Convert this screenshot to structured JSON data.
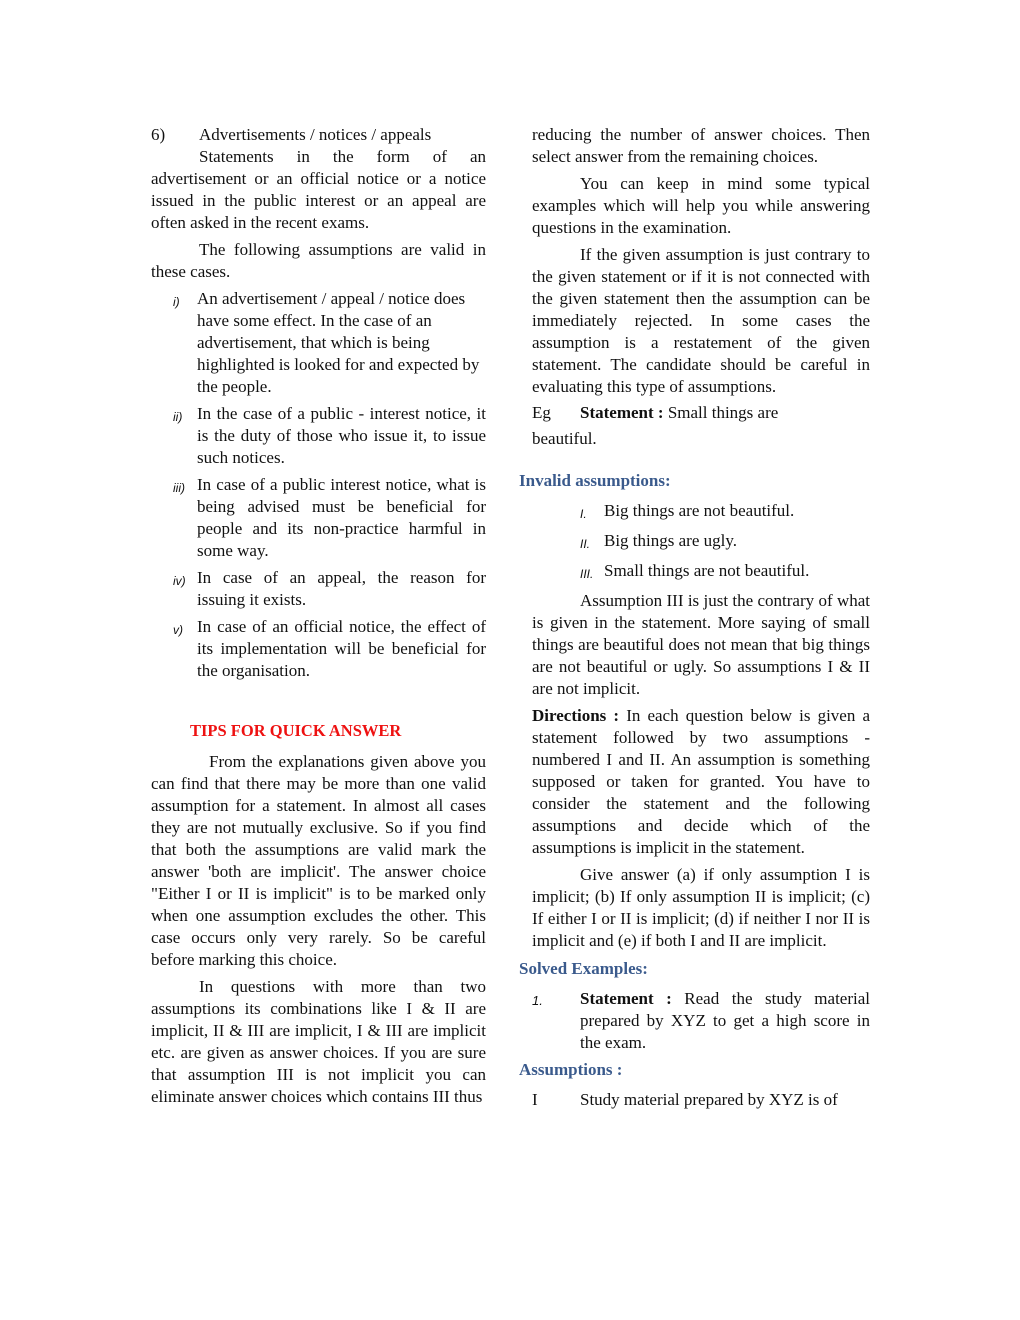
{
  "left_column": {
    "section_number": "6)",
    "section_title": "Advertisements / notices / appeals",
    "intro_paragraph": "Statements in the form of an advertisement or an official notice or a notice issued in the public interest or an appeal are often asked in the recent exams.",
    "valid_intro": "The following assumptions are valid in these cases.",
    "valid_items": [
      {
        "label": "i)",
        "text": "An advertisement / appeal / notice does have some effect. In the case of an advertisement, that which is being highlighted is looked for and expected by the people."
      },
      {
        "label": "ii)",
        "text": "In the case of a public - interest notice, it is the duty of those who issue it, to issue such notices."
      },
      {
        "label": "iii)",
        "text": "In case of a public interest notice, what is being advised must be beneficial for people and its non-practice harmful in some way."
      },
      {
        "label": "iv)",
        "text": "In case of an appeal, the reason for issuing it exists."
      },
      {
        "label": "v)",
        "text": "In case of an official notice, the effect of its implementation will be beneficial for the organisation."
      }
    ],
    "tips_heading": "TIPS FOR QUICK ANSWER",
    "tips_paragraph_1": "From the explanations given above you can find that there may be more than one valid assumption for a statement. In almost all cases they are not mutually exclusive. So if you find that both the assumptions are valid mark the answer 'both are implicit'. The answer choice \"Either I or II is implicit\" is to be marked only when one assumption excludes the other. This case occurs only very rarely. So be careful before marking this choice.",
    "tips_paragraph_2": "In questions with more than two assumptions its combinations like I & II are implicit, II & III are implicit, I & III are implicit etc. are given as answer choices. If you are sure that assumption III is not implicit you can eliminate answer choices which contains III thus"
  },
  "right_column": {
    "continuation": "reducing the number of answer choices. Then select answer from the remaining choices.",
    "examples_paragraph": "You can keep in mind some typical examples which will help you while answering questions in the examination.",
    "contrary_paragraph": "If the given assumption is just contrary to the given statement or if it is not connected with the given statement then the assumption can be immediately rejected. In some cases the assumption is a restatement of the given statement. The candidate should be careful in evaluating this type of assumptions.",
    "eg_label": "Eg",
    "eg_statement_label": "Statement :",
    "eg_statement_text": "Small things are",
    "eg_statement_cont": "beautiful.",
    "invalid_heading": "Invalid assumptions:",
    "invalid_items": [
      {
        "label": "I.",
        "text": "Big things are not beautiful."
      },
      {
        "label": "II.",
        "text": "Big things are ugly."
      },
      {
        "label": "III.",
        "text": "Small things are not beautiful."
      }
    ],
    "explanation_paragraph": "Assumption III is just the contrary of what is given in the statement. More saying of small things are beautiful does not mean that big things are not beautiful or ugly. So assumptions I & II are not implicit.",
    "directions_label": "Directions :",
    "directions_text": "In each question below is given a statement followed by two assumptions - numbered I and II. An assumption is something supposed or taken for granted. You have to consider the statement and the following assumptions and decide which of the assumptions is implicit in the statement.",
    "answer_key_paragraph": "Give answer (a) if only assumption I is implicit; (b) If only assumption II is implicit; (c) If either I or II is implicit; (d) if neither I nor II is implicit and (e) if both I and II are implicit.",
    "solved_heading": "Solved Examples:",
    "solved_item": {
      "number": "1.",
      "statement_label": "Statement :",
      "statement_text": "Read the study material prepared by XYZ to get a high score in the exam."
    },
    "assumptions_heading": "Assumptions :",
    "assumption_1": {
      "number": "I",
      "text": "Study material prepared by XYZ is of"
    }
  },
  "colors": {
    "tips_heading": "#ee1111",
    "blue_heading": "#3a5a8c",
    "body_text": "#111111"
  }
}
